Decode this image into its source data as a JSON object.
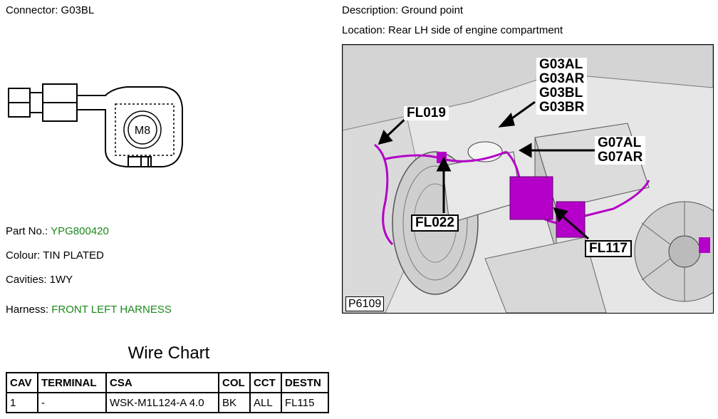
{
  "connector": {
    "label": "Connector: G03BL",
    "stud_label": "M8"
  },
  "info": {
    "part_no_label": "Part No.: ",
    "part_no_value": "YPG800420",
    "colour": "Colour: TIN PLATED",
    "cavities": "Cavities: 1WY",
    "harness_label": "Harness: ",
    "harness_value": "FRONT LEFT HARNESS"
  },
  "description": "Description: Ground point",
  "location": "Location: Rear LH side of engine compartment",
  "photo": {
    "id": "P6109",
    "callouts": {
      "g03_lines": [
        "G03AL",
        "G03AR",
        "G03BL",
        "G03BR"
      ],
      "g07_lines": [
        "G07AL",
        "G07AR"
      ],
      "fl019": "FL019",
      "fl022": "FL022",
      "fl117": "FL117"
    }
  },
  "wire_chart": {
    "title": "Wire Chart",
    "headers": [
      "CAV",
      "TERMINAL",
      "CSA",
      "COL",
      "CCT",
      "DESTN"
    ],
    "rows": [
      [
        "1",
        "-",
        "WSK-M1L124-A 4.0",
        "BK",
        "ALL",
        "FL115"
      ]
    ]
  },
  "colors": {
    "green_text": "#1a8a1a",
    "harness_magenta": "#b400c8"
  }
}
